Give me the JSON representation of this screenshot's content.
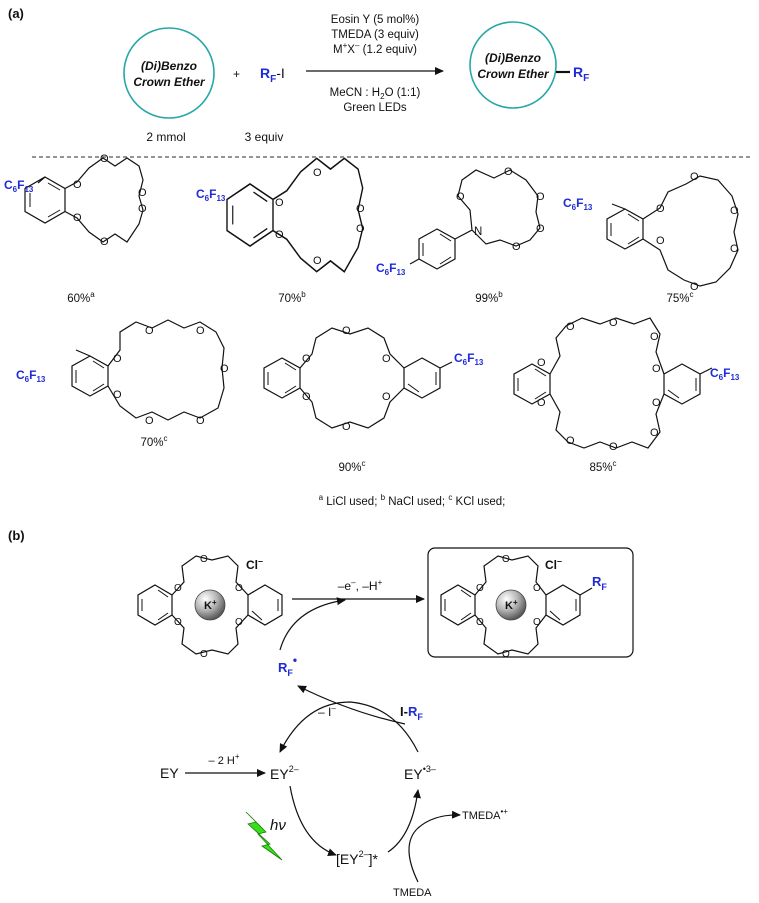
{
  "panel_a": {
    "label": "(a)",
    "reactant_circle": {
      "line1": "(Di)Benzo",
      "line2": "Crown Ether"
    },
    "reactant_amount": "2 mmol",
    "plus": "+",
    "reagent": {
      "rf": "R",
      "rf_sub": "F",
      "suffix": "-I"
    },
    "reagent_amount": "3 equiv",
    "conditions": {
      "line1": "Eosin Y (5 mol%)",
      "line2": "TMEDA (3 equiv)",
      "line3_a": "M",
      "line3_sup1": "+",
      "line3_b": "X",
      "line3_sup2": "–",
      "line3_c": " (1.2 equiv)",
      "line4_a": "MeCN : H",
      "line4_sub": "2",
      "line4_b": "O (1:1)",
      "line5": "Green LEDs"
    },
    "product_circle": {
      "line1": "(Di)Benzo",
      "line2": "Crown Ether"
    },
    "product_rf": {
      "r": "R",
      "sub": "F"
    },
    "perfluoro": {
      "c": "C",
      "six": "6",
      "f": "F",
      "thirteen": "13"
    },
    "n_atom": "N",
    "o_atom": "O",
    "yields": [
      {
        "value": "60%",
        "sup": "a"
      },
      {
        "value": "70%",
        "sup": "b"
      },
      {
        "value": "99%",
        "sup": "b"
      },
      {
        "value": "75%",
        "sup": "c"
      },
      {
        "value": "70%",
        "sup": "c"
      },
      {
        "value": "90%",
        "sup": "c"
      },
      {
        "value": "85%",
        "sup": "c"
      }
    ],
    "footnote": {
      "a": "a",
      "a_text": " LiCl used; ",
      "b": "b",
      "b_text": " NaCl used; ",
      "c": "c",
      "c_text": " KCl used;"
    }
  },
  "panel_b": {
    "label": "(b)",
    "cation": {
      "k": "K",
      "sup": "+"
    },
    "anion": {
      "cl": "Cl",
      "sup": "–"
    },
    "step_top": {
      "a": "–e",
      "a_sup": "–",
      "mid": ", –H",
      "b_sup": "+"
    },
    "product_rf": {
      "r": "R",
      "sub": "F"
    },
    "radical": {
      "r": "R",
      "sub": "F",
      "dot": "•"
    },
    "minus_iodide": {
      "a": "– I",
      "sup": "–"
    },
    "iodide_reagent": {
      "i": "I-",
      "r": "R",
      "sub": "F"
    },
    "ey": "EY",
    "deprotonation": {
      "a": "– 2 H",
      "sup": "+"
    },
    "ey_dianion": {
      "ey": "EY",
      "sup": "2–"
    },
    "ey_trianion": {
      "ey": "EY",
      "sup": "•3–"
    },
    "ey_excited": {
      "open": "[EY",
      "sup": "2–",
      "close": "]*"
    },
    "hv": {
      "h": "h",
      "nu": "ν"
    },
    "tmeda_cation": {
      "name": "TMEDA",
      "sup": "•+"
    },
    "tmeda": "TMEDA",
    "colors": {
      "rf_blue": "#1f2bd6",
      "lightning_green": "#35e01a",
      "sphere": "#9a9a9a"
    }
  }
}
